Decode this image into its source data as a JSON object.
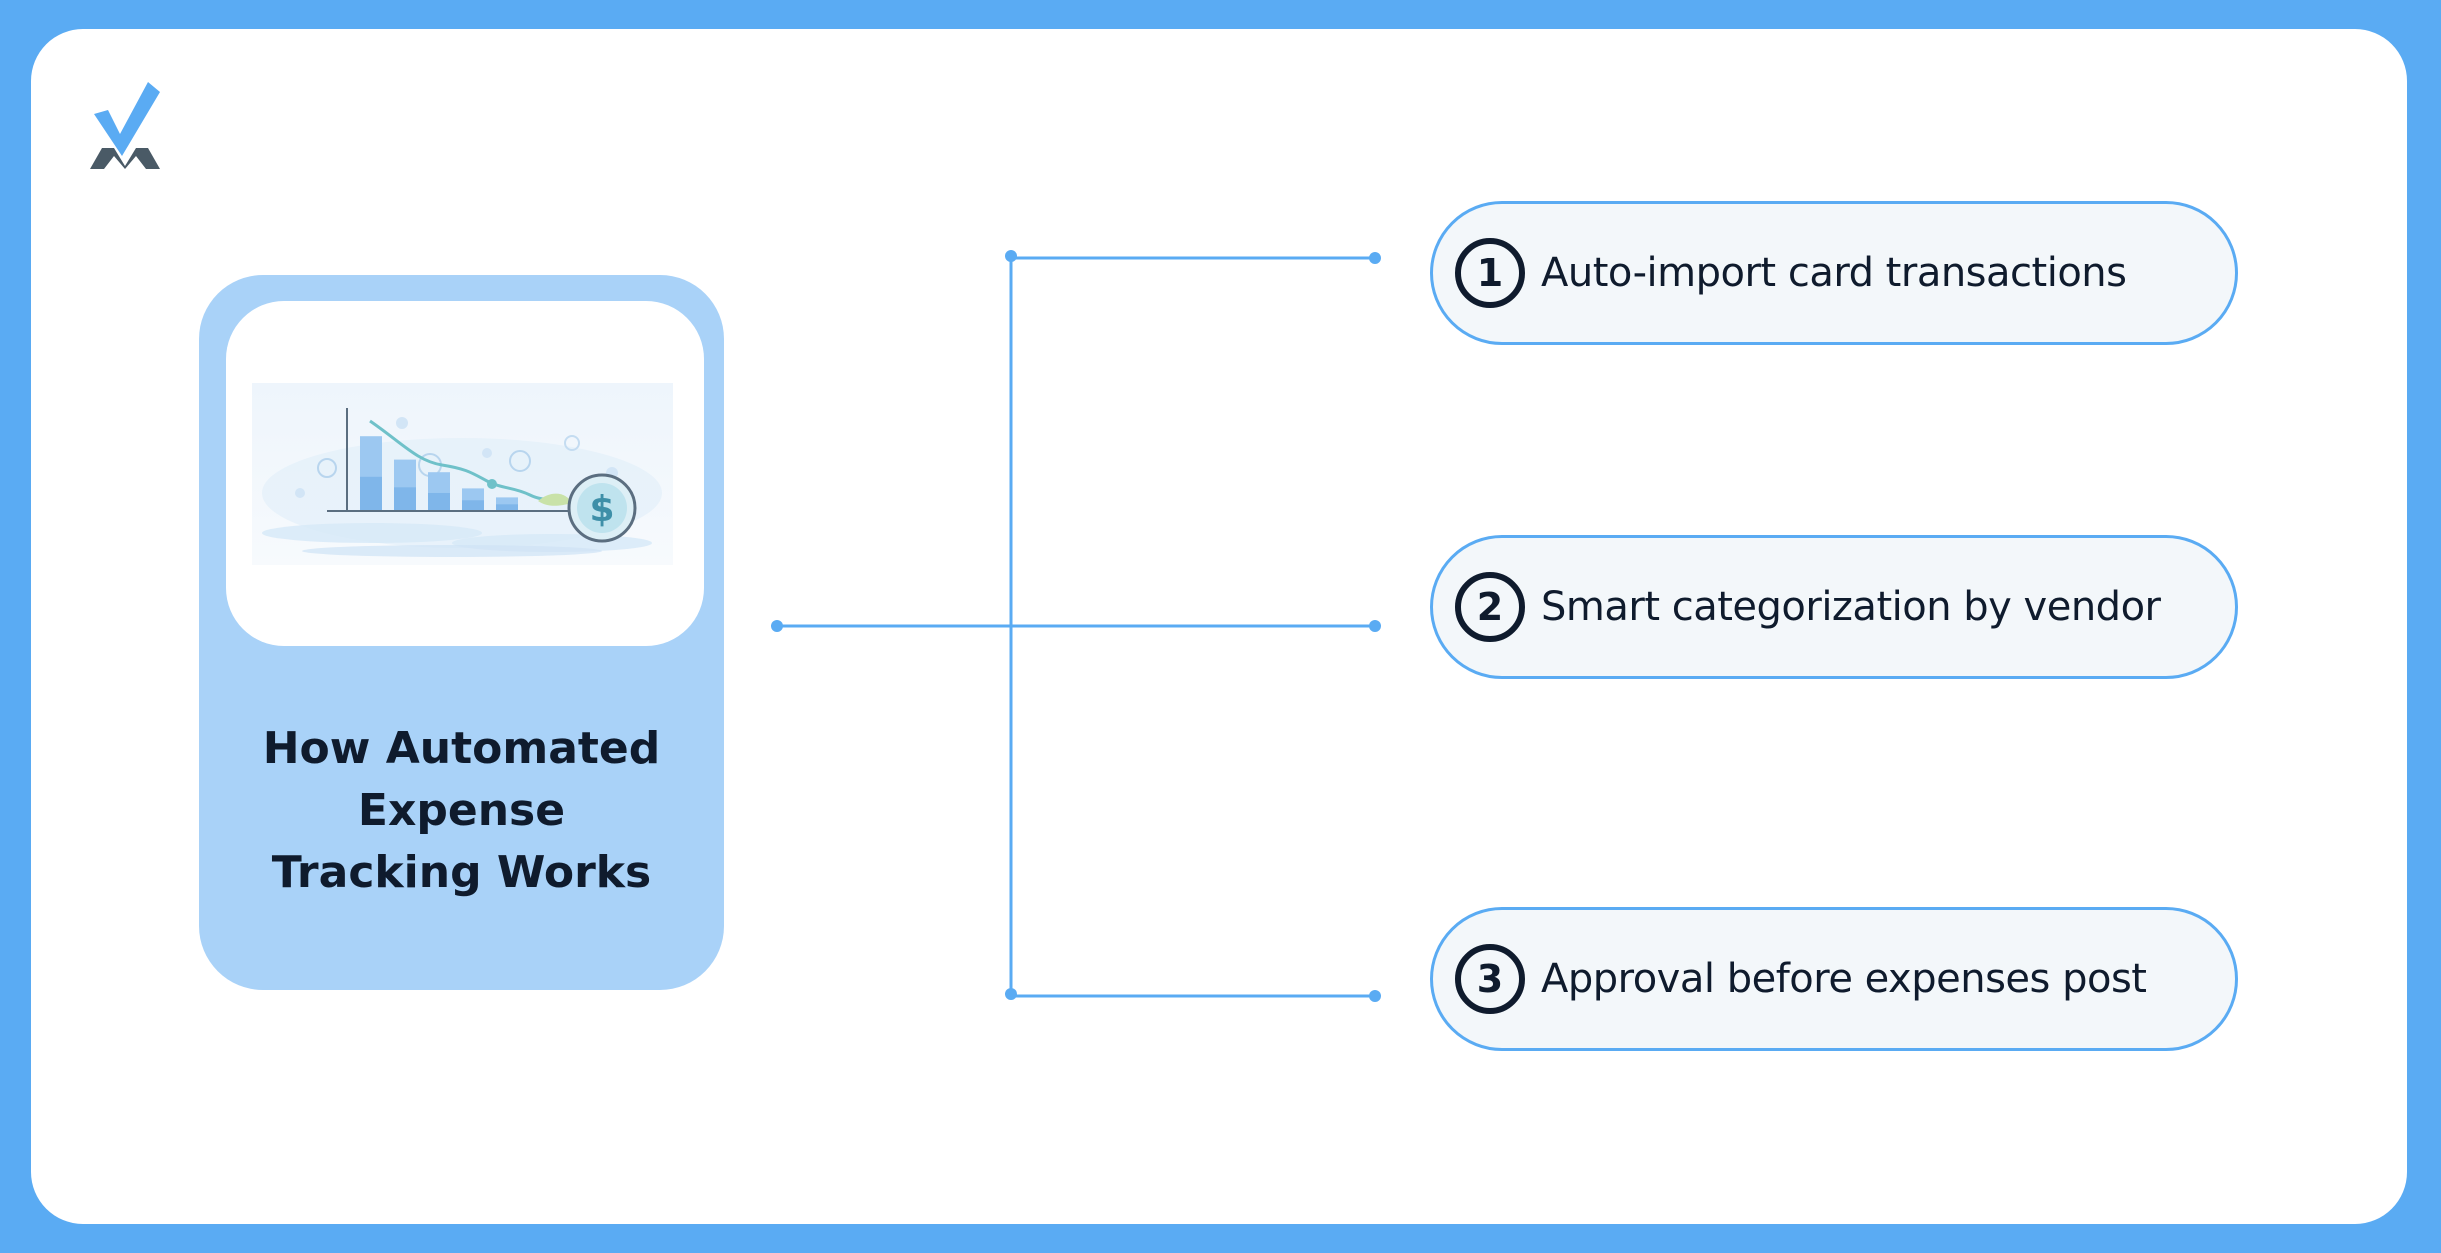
{
  "diagram": {
    "title_lines": [
      "How Automated",
      "Expense",
      "Tracking Works"
    ],
    "illustration": {
      "icon": "expense-chart-illustration",
      "bar_values": [
        0.82,
        0.56,
        0.42,
        0.24,
        0.14
      ],
      "coin_symbol": "$"
    },
    "steps": [
      {
        "number": "1",
        "label": "Auto-import card transactions"
      },
      {
        "number": "2",
        "label": "Smart categorization by vendor"
      },
      {
        "number": "3",
        "label": "Approval before expenses post"
      }
    ]
  },
  "logo": {
    "icon": "checkmark-logo-icon"
  },
  "colors": {
    "frame": "#5AABF3",
    "card": "#A9D2F8",
    "connector": "#5AABF3",
    "pill_fill": "#F3F7FA",
    "text": "#0F1B2D",
    "logo_check": "#5AABF3",
    "logo_base": "#4A5A66"
  }
}
